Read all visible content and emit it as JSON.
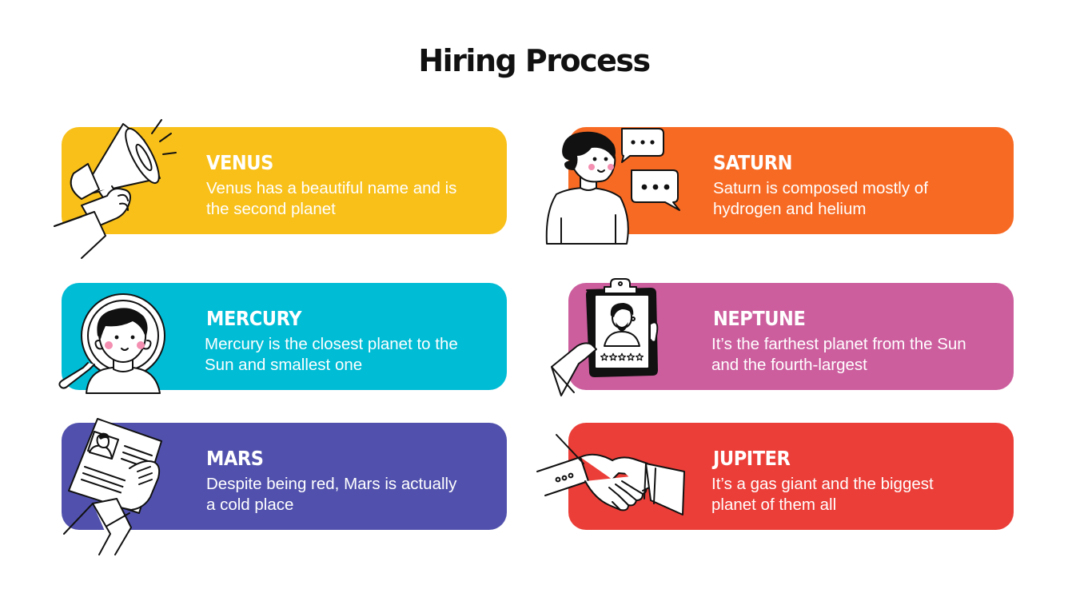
{
  "page": {
    "title": "Hiring Process"
  },
  "cards": [
    {
      "title": "VENUS",
      "text": "Venus has a beautiful name and is the second planet",
      "color": "#F8C019",
      "illustration": "megaphone-icon"
    },
    {
      "title": "SATURN",
      "text": "Saturn is composed mostly of hydrogen and helium",
      "color": "#F76A23",
      "illustration": "woman-speech-bubbles-icon"
    },
    {
      "title": "MERCURY",
      "text": "Mercury is the closest planet to the Sun and smallest one",
      "color": "#00BCD5",
      "illustration": "magnifier-candidate-icon"
    },
    {
      "title": "NEPTUNE",
      "text": "It’s the farthest planet from the Sun and the fourth-largest",
      "color": "#CC5E9E",
      "illustration": "clipboard-rating-icon"
    },
    {
      "title": "MARS",
      "text": "Despite being red, Mars is actually a cold place",
      "color": "#5151AD",
      "illustration": "resume-document-icon"
    },
    {
      "title": "JUPITER",
      "text": "It’s a gas giant and the biggest planet of them all",
      "color": "#EB3E38",
      "illustration": "handshake-icon"
    }
  ],
  "rating": {
    "stars": 5,
    "filled": 0
  }
}
